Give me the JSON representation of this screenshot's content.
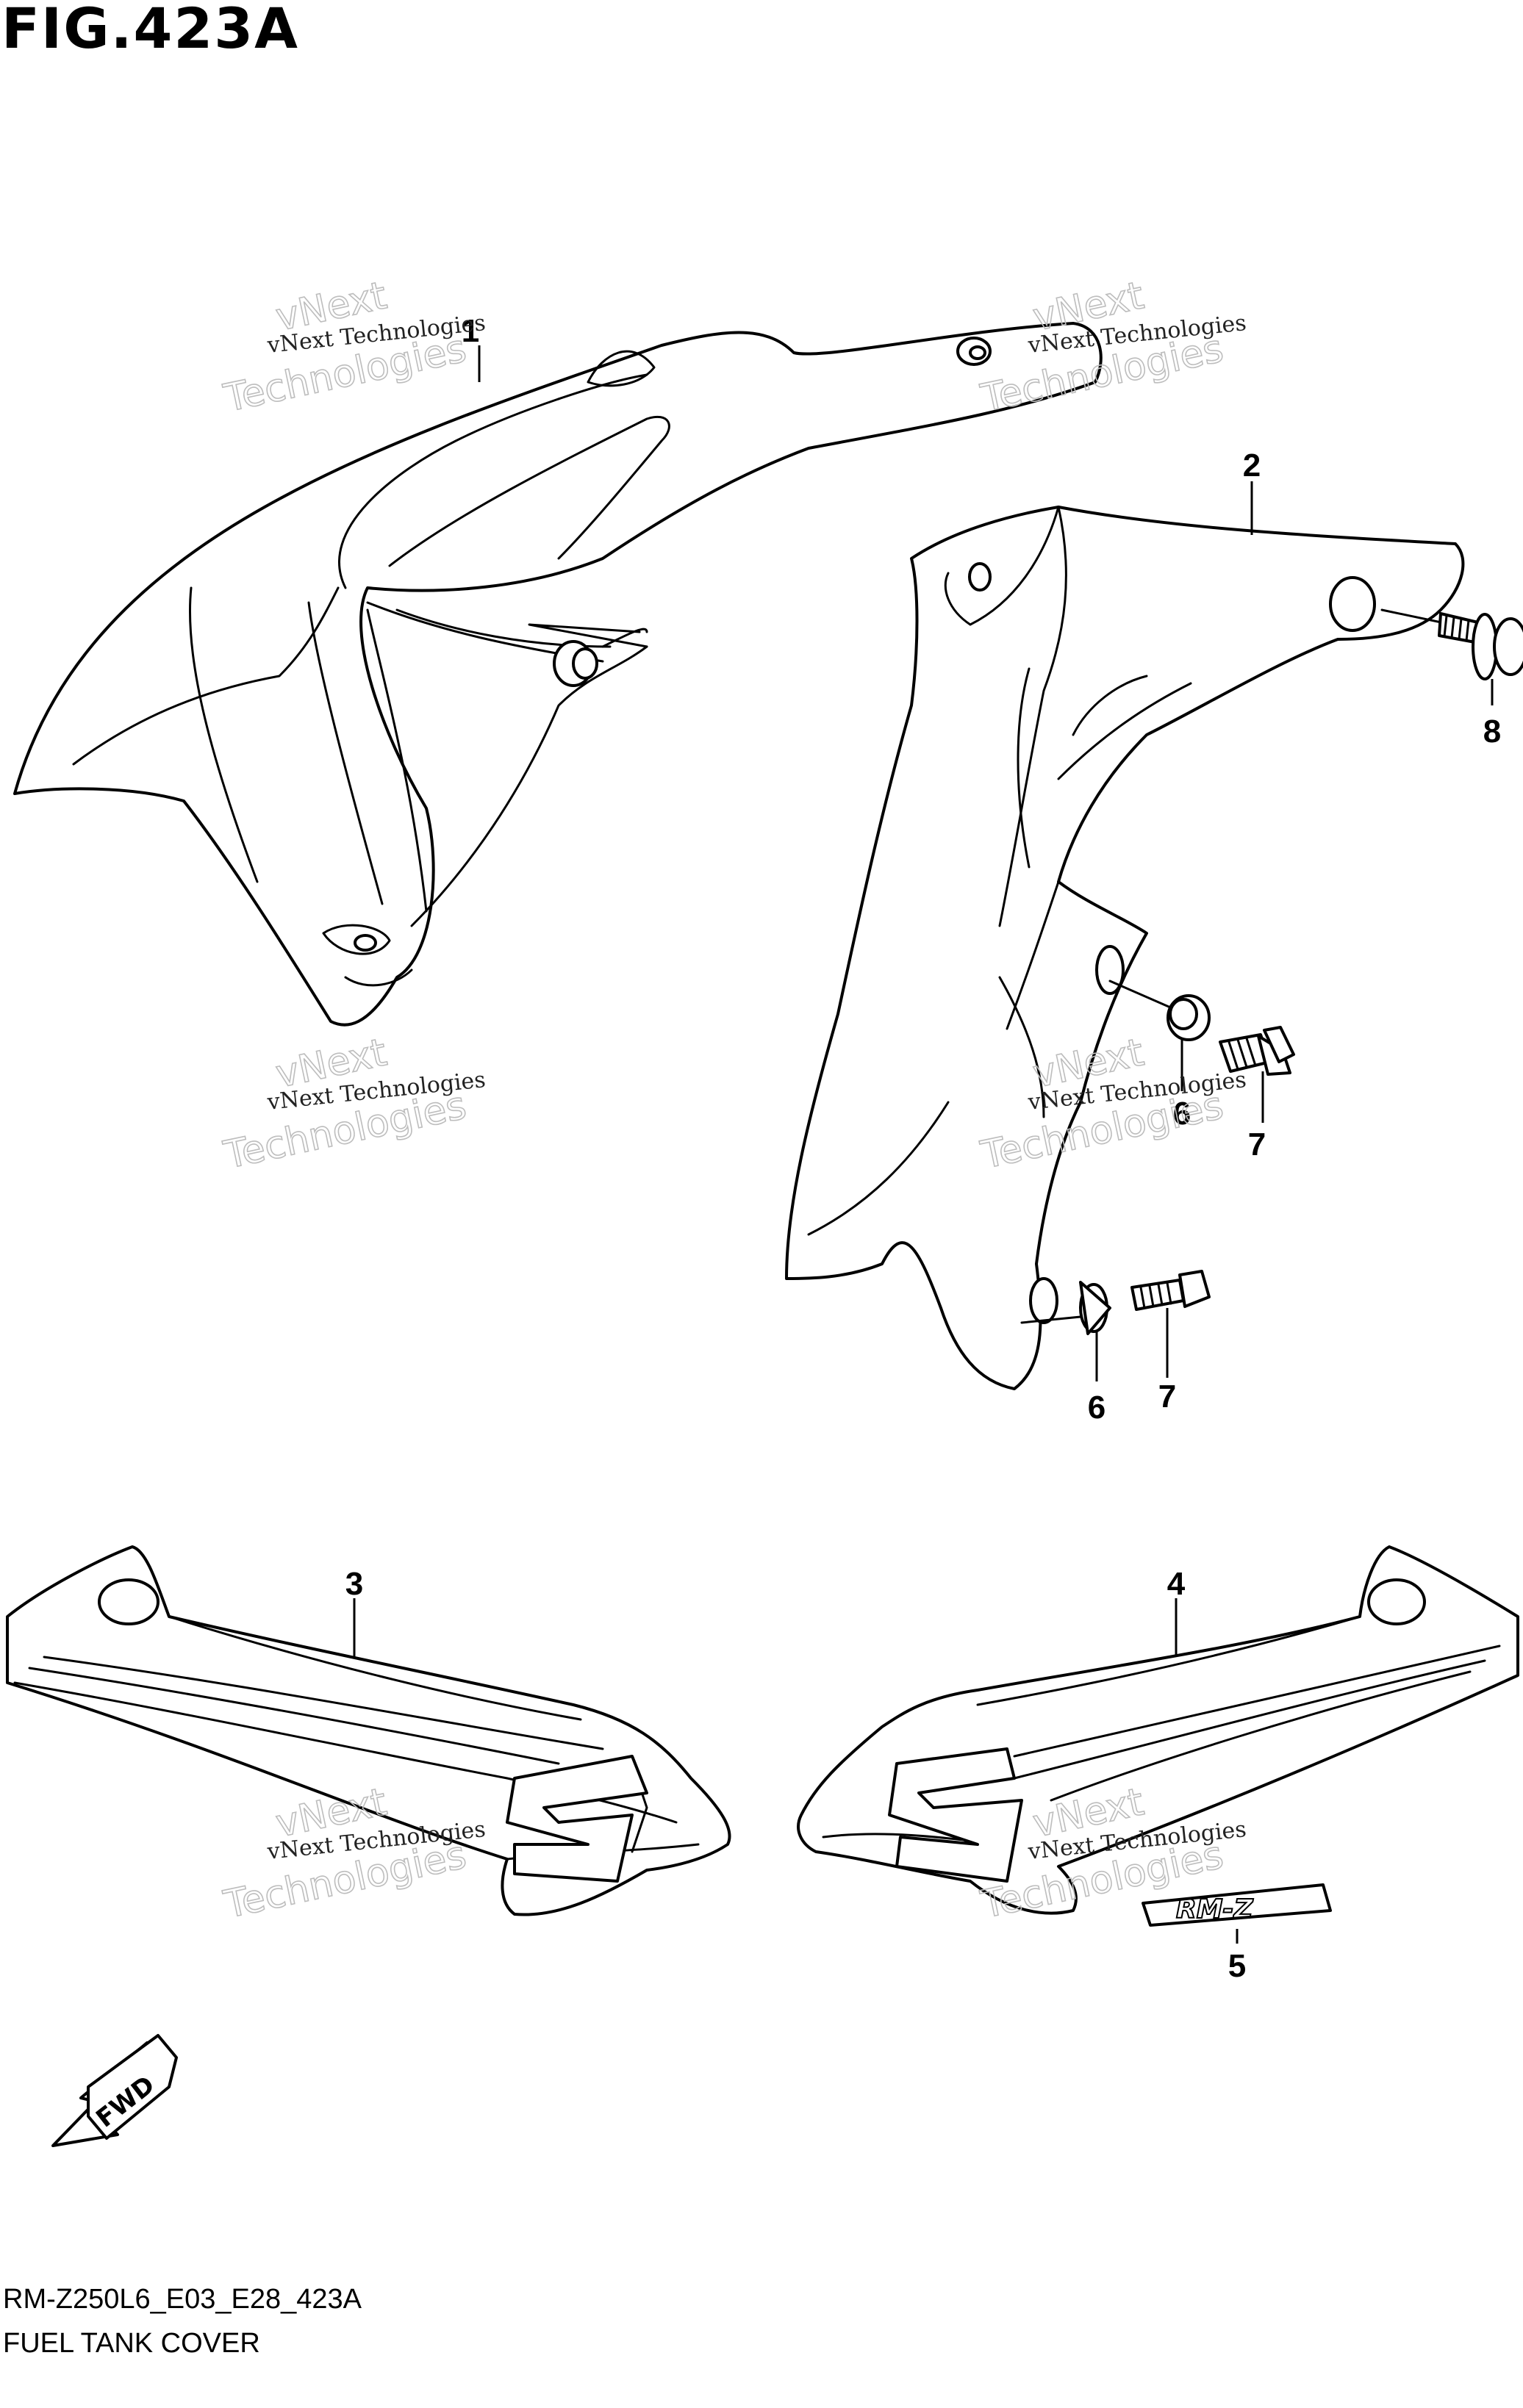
{
  "figure": {
    "title": "FIG.423A",
    "code": "RM-Z250L6_E03_E28_423A",
    "subtitle": "FUEL TANK COVER"
  },
  "callouts": {
    "p1": "1",
    "p2": "2",
    "p3": "3",
    "p4": "4",
    "p5": "5",
    "p6a": "6",
    "p6b": "6",
    "p7a": "7",
    "p7b": "7",
    "p8": "8"
  },
  "direction_arrow": "FWD",
  "watermark": {
    "line1": "vNext Technologies",
    "line2": "vNext",
    "line3": "Technologies"
  },
  "logos": {
    "brand_letter": "S",
    "model_emblem": "RM-Z"
  }
}
